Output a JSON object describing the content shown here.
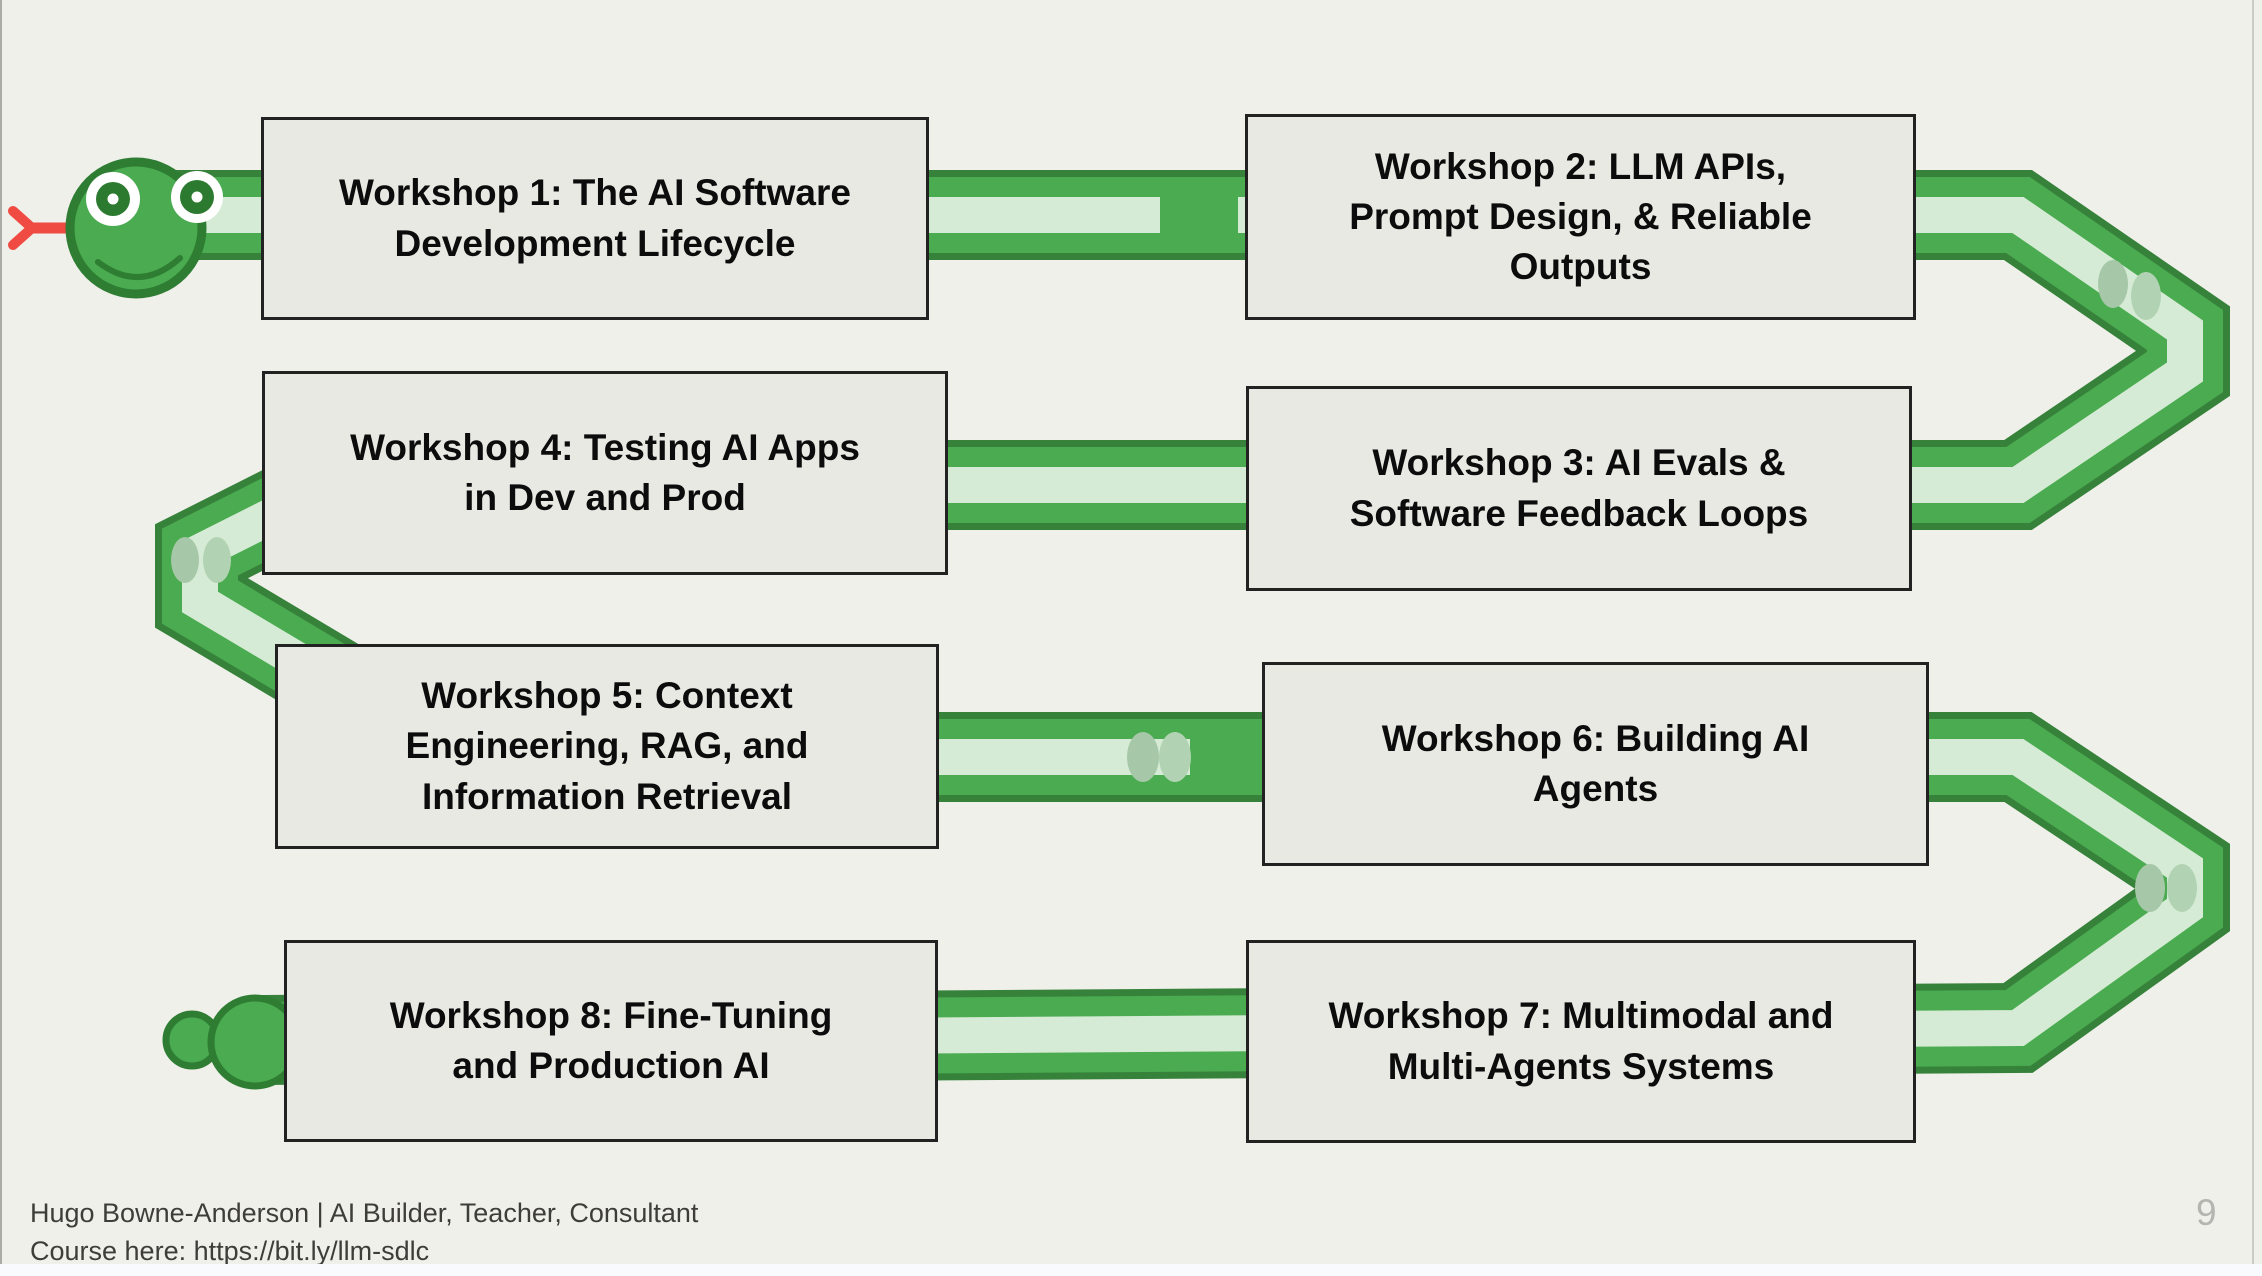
{
  "slide": {
    "page_number": "9",
    "background": "#eff0ea",
    "footer": {
      "line1": "Hugo Bowne-Anderson | AI Builder, Teacher, Consultant",
      "line2": "Course here: https://bit.ly/llm-sdlc"
    },
    "workshops": [
      {
        "id": "workshop-1",
        "lines": [
          "Workshop 1: The AI Software",
          "Development Lifecycle"
        ]
      },
      {
        "id": "workshop-2",
        "lines": [
          "Workshop 2: LLM APIs,",
          "Prompt Design, & Reliable",
          "Outputs"
        ]
      },
      {
        "id": "workshop-3",
        "lines": [
          "Workshop 3: AI Evals &",
          "Software Feedback Loops"
        ]
      },
      {
        "id": "workshop-4",
        "lines": [
          "Workshop 4: Testing AI Apps",
          "in Dev and Prod"
        ]
      },
      {
        "id": "workshop-5",
        "lines": [
          "Workshop 5: Context",
          "Engineering, RAG, and",
          "Information Retrieval"
        ]
      },
      {
        "id": "workshop-6",
        "lines": [
          "Workshop 6: Building AI",
          "Agents"
        ]
      },
      {
        "id": "workshop-7",
        "lines": [
          "Workshop 7: Multimodal and",
          "Multi-Agents Systems"
        ]
      },
      {
        "id": "workshop-8",
        "lines": [
          "Workshop 8: Fine-Tuning",
          "and Production AI"
        ]
      }
    ],
    "snake_colors": {
      "body_green": "#4aab50",
      "body_dark_edge": "#36823a",
      "body_stripe": "#d6ebd5",
      "scale_spot_dark": "#a6c7a8",
      "scale_spot_light": "#b2d3b3",
      "tongue_red": "#ef4b42",
      "eye_ring": "#ffffff",
      "eye_iris": "#2c7a30"
    },
    "box_style": {
      "fill": "#e9e9e4",
      "border": "#222222"
    }
  }
}
